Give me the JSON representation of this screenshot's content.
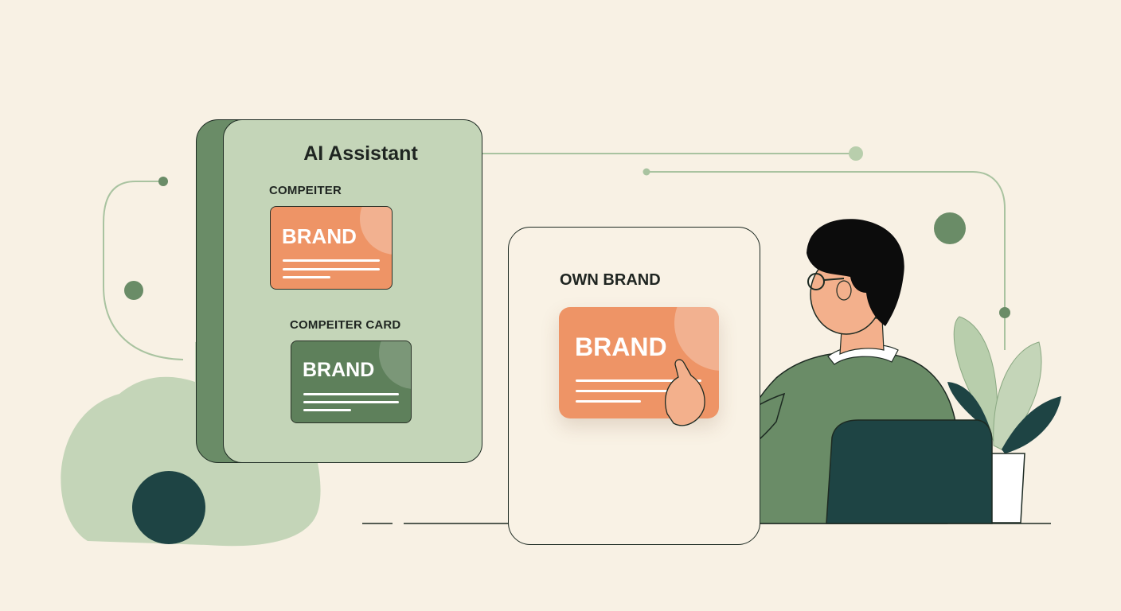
{
  "assistant": {
    "title": "AI Assistant",
    "competitor_label": "COMPEITER",
    "competitor_card_label": "COMPEITER CARD",
    "card_top_text": "BRAND",
    "card_bottom_text": "BRAND"
  },
  "own_brand": {
    "label": "OWN BRAND",
    "card_text": "BRAND"
  },
  "colors": {
    "background": "#f8f1e4",
    "panel_green": "#c4d5b8",
    "panel_dark_green": "#6a8c67",
    "brand_orange": "#ee9466",
    "brand_green": "#5e805b",
    "dark_teal": "#1e4444",
    "outline": "#1d2a22"
  }
}
